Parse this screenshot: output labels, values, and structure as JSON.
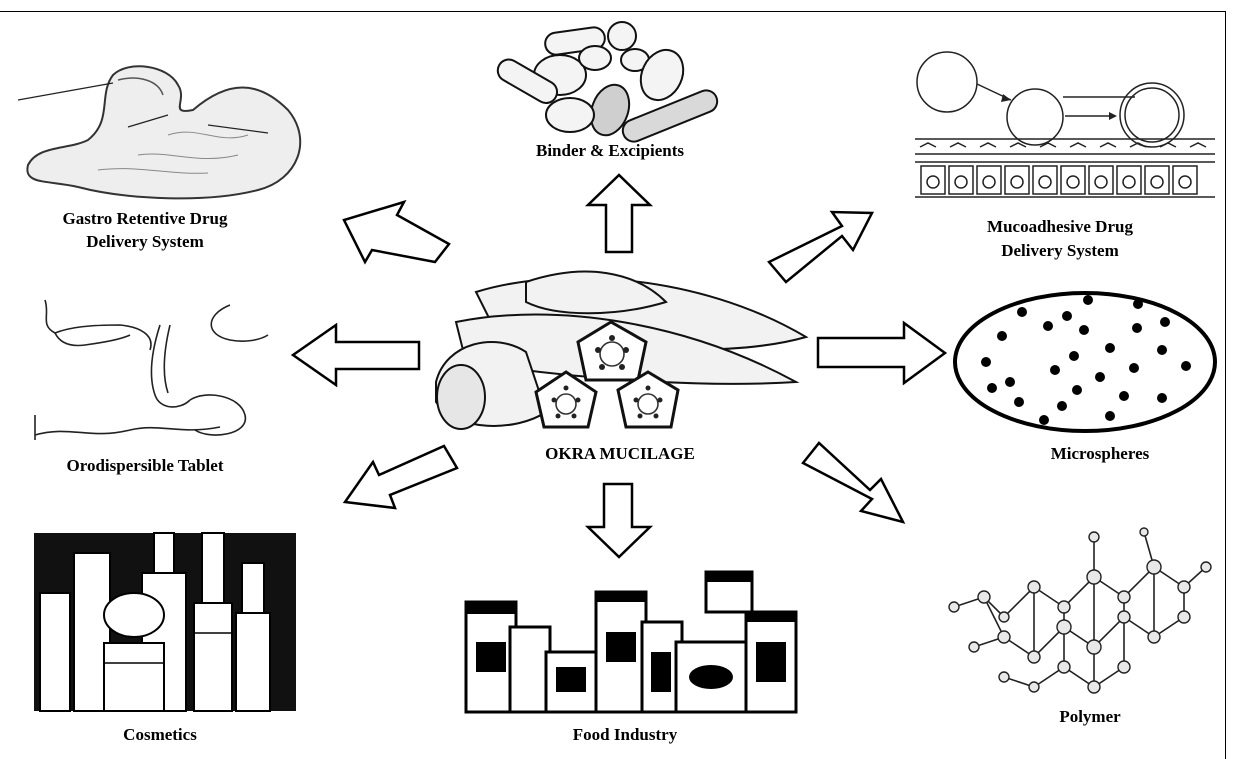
{
  "center": {
    "label": "OKRA MUCILAGE",
    "icon": "okra-pods-icon"
  },
  "applications": [
    {
      "id": "binder",
      "label": "Binder & Excipients",
      "icon": "tablets-capsules-icon"
    },
    {
      "id": "gastro",
      "label_lines": [
        "Gastro Retentive Drug",
        "Delivery System"
      ],
      "icon": "stomach-icon"
    },
    {
      "id": "mucoadhesive",
      "label_lines": [
        "Mucoadhesive Drug",
        "Delivery System"
      ],
      "icon": "mucosa-adhesion-icon"
    },
    {
      "id": "orodispersible",
      "label": "Orodispersible Tablet",
      "icon": "throat-anatomy-icon"
    },
    {
      "id": "microspheres",
      "label": "Microspheres",
      "icon": "microsphere-dots-icon"
    },
    {
      "id": "cosmetics",
      "label": "Cosmetics",
      "icon": "cosmetic-bottles-icon"
    },
    {
      "id": "food",
      "label": "Food Industry",
      "icon": "food-jars-icon"
    },
    {
      "id": "polymer",
      "label": "Polymer",
      "icon": "molecule-network-icon"
    }
  ],
  "arrow_icon": "outline-arrow-icon"
}
